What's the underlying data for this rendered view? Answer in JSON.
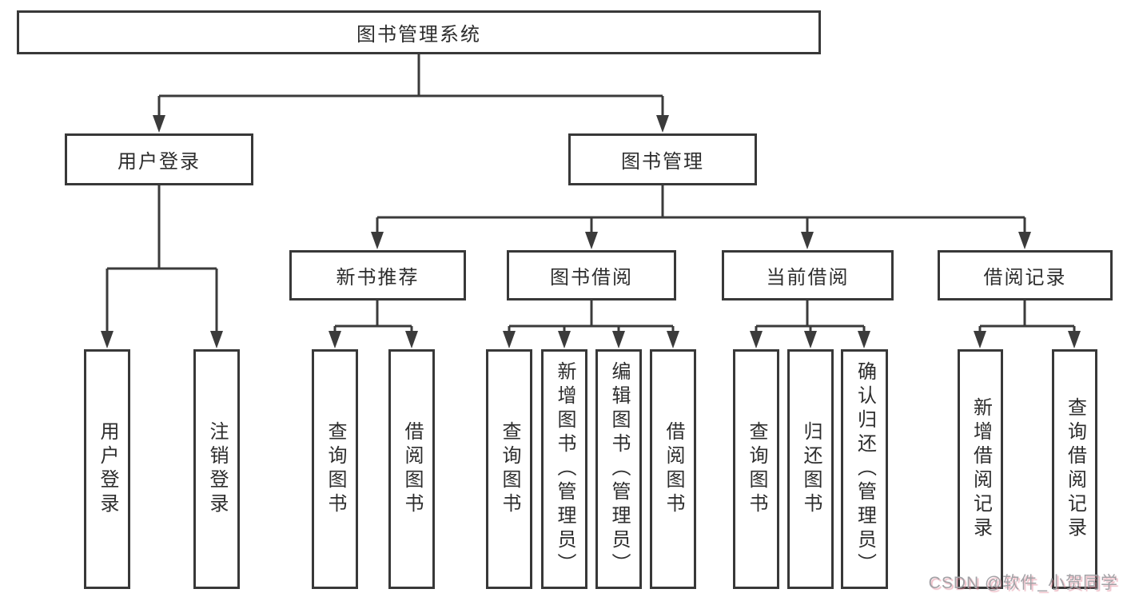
{
  "tree": {
    "root": "图书管理系统",
    "branches": [
      {
        "label": "用户登录",
        "children": [
          {
            "label": "用户登录"
          },
          {
            "label": "注销登录"
          }
        ]
      },
      {
        "label": "图书管理",
        "children": [
          {
            "label": "新书推荐",
            "children": [
              {
                "label": "查询图书"
              },
              {
                "label": "借阅图书"
              }
            ]
          },
          {
            "label": "图书借阅",
            "children": [
              {
                "label": "查询图书"
              },
              {
                "label": "新增图书（管理员）"
              },
              {
                "label": "编辑图书（管理员）"
              },
              {
                "label": "借阅图书"
              }
            ]
          },
          {
            "label": "当前借阅",
            "children": [
              {
                "label": "查询图书"
              },
              {
                "label": "归还图书"
              },
              {
                "label": "确认归还（管理员）"
              }
            ]
          },
          {
            "label": "借阅记录",
            "children": [
              {
                "label": "新增借阅记录"
              },
              {
                "label": "查询借阅记录"
              }
            ]
          }
        ]
      }
    ]
  },
  "watermark": "CSDN @软件_小贺同学",
  "colors": {
    "line": "#3b3b3b",
    "box_border": "#383838",
    "text": "#2d2d2d",
    "background": "#ffffff",
    "watermark": "#a2a2a6"
  }
}
